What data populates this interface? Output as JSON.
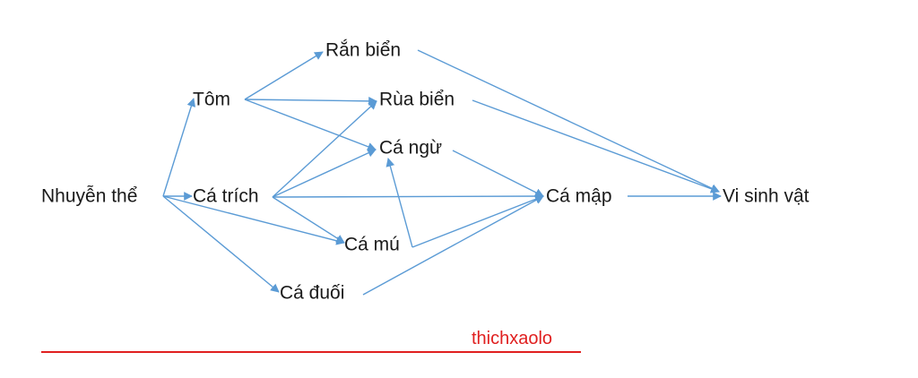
{
  "diagram": {
    "nodes": [
      {
        "id": "nhuyen-the",
        "label": "Nhuyễn thể"
      },
      {
        "id": "tom",
        "label": "Tôm"
      },
      {
        "id": "ca-trich",
        "label": "Cá trích"
      },
      {
        "id": "ran-bien",
        "label": "Rắn biển"
      },
      {
        "id": "rua-bien",
        "label": "Rùa biển"
      },
      {
        "id": "ca-ngu",
        "label": "Cá ngừ"
      },
      {
        "id": "ca-mu",
        "label": "Cá mú"
      },
      {
        "id": "ca-duoi",
        "label": "Cá đuối"
      },
      {
        "id": "ca-map",
        "label": "Cá mập"
      },
      {
        "id": "vi-sinh-vat",
        "label": "Vi sinh vật"
      }
    ],
    "edges": [
      {
        "from": "nhuyen-the",
        "to": "tom"
      },
      {
        "from": "nhuyen-the",
        "to": "ca-trich"
      },
      {
        "from": "nhuyen-the",
        "to": "ca-mu"
      },
      {
        "from": "nhuyen-the",
        "to": "ca-duoi"
      },
      {
        "from": "tom",
        "to": "ran-bien"
      },
      {
        "from": "tom",
        "to": "rua-bien"
      },
      {
        "from": "tom",
        "to": "ca-ngu"
      },
      {
        "from": "ca-trich",
        "to": "rua-bien"
      },
      {
        "from": "ca-trich",
        "to": "ca-ngu"
      },
      {
        "from": "ca-trich",
        "to": "ca-map"
      },
      {
        "from": "ca-trich",
        "to": "ca-mu"
      },
      {
        "from": "ca-mu",
        "to": "ca-ngu"
      },
      {
        "from": "ca-mu",
        "to": "ca-map"
      },
      {
        "from": "ca-duoi",
        "to": "ca-map"
      },
      {
        "from": "ca-ngu",
        "to": "ca-map"
      },
      {
        "from": "ca-map",
        "to": "vi-sinh-vat"
      },
      {
        "from": "ran-bien",
        "to": "vi-sinh-vat"
      },
      {
        "from": "rua-bien",
        "to": "vi-sinh-vat"
      }
    ],
    "edge_color": "#5b9bd5"
  },
  "watermark": {
    "text": "thichxaolo",
    "color": "#e02020"
  }
}
